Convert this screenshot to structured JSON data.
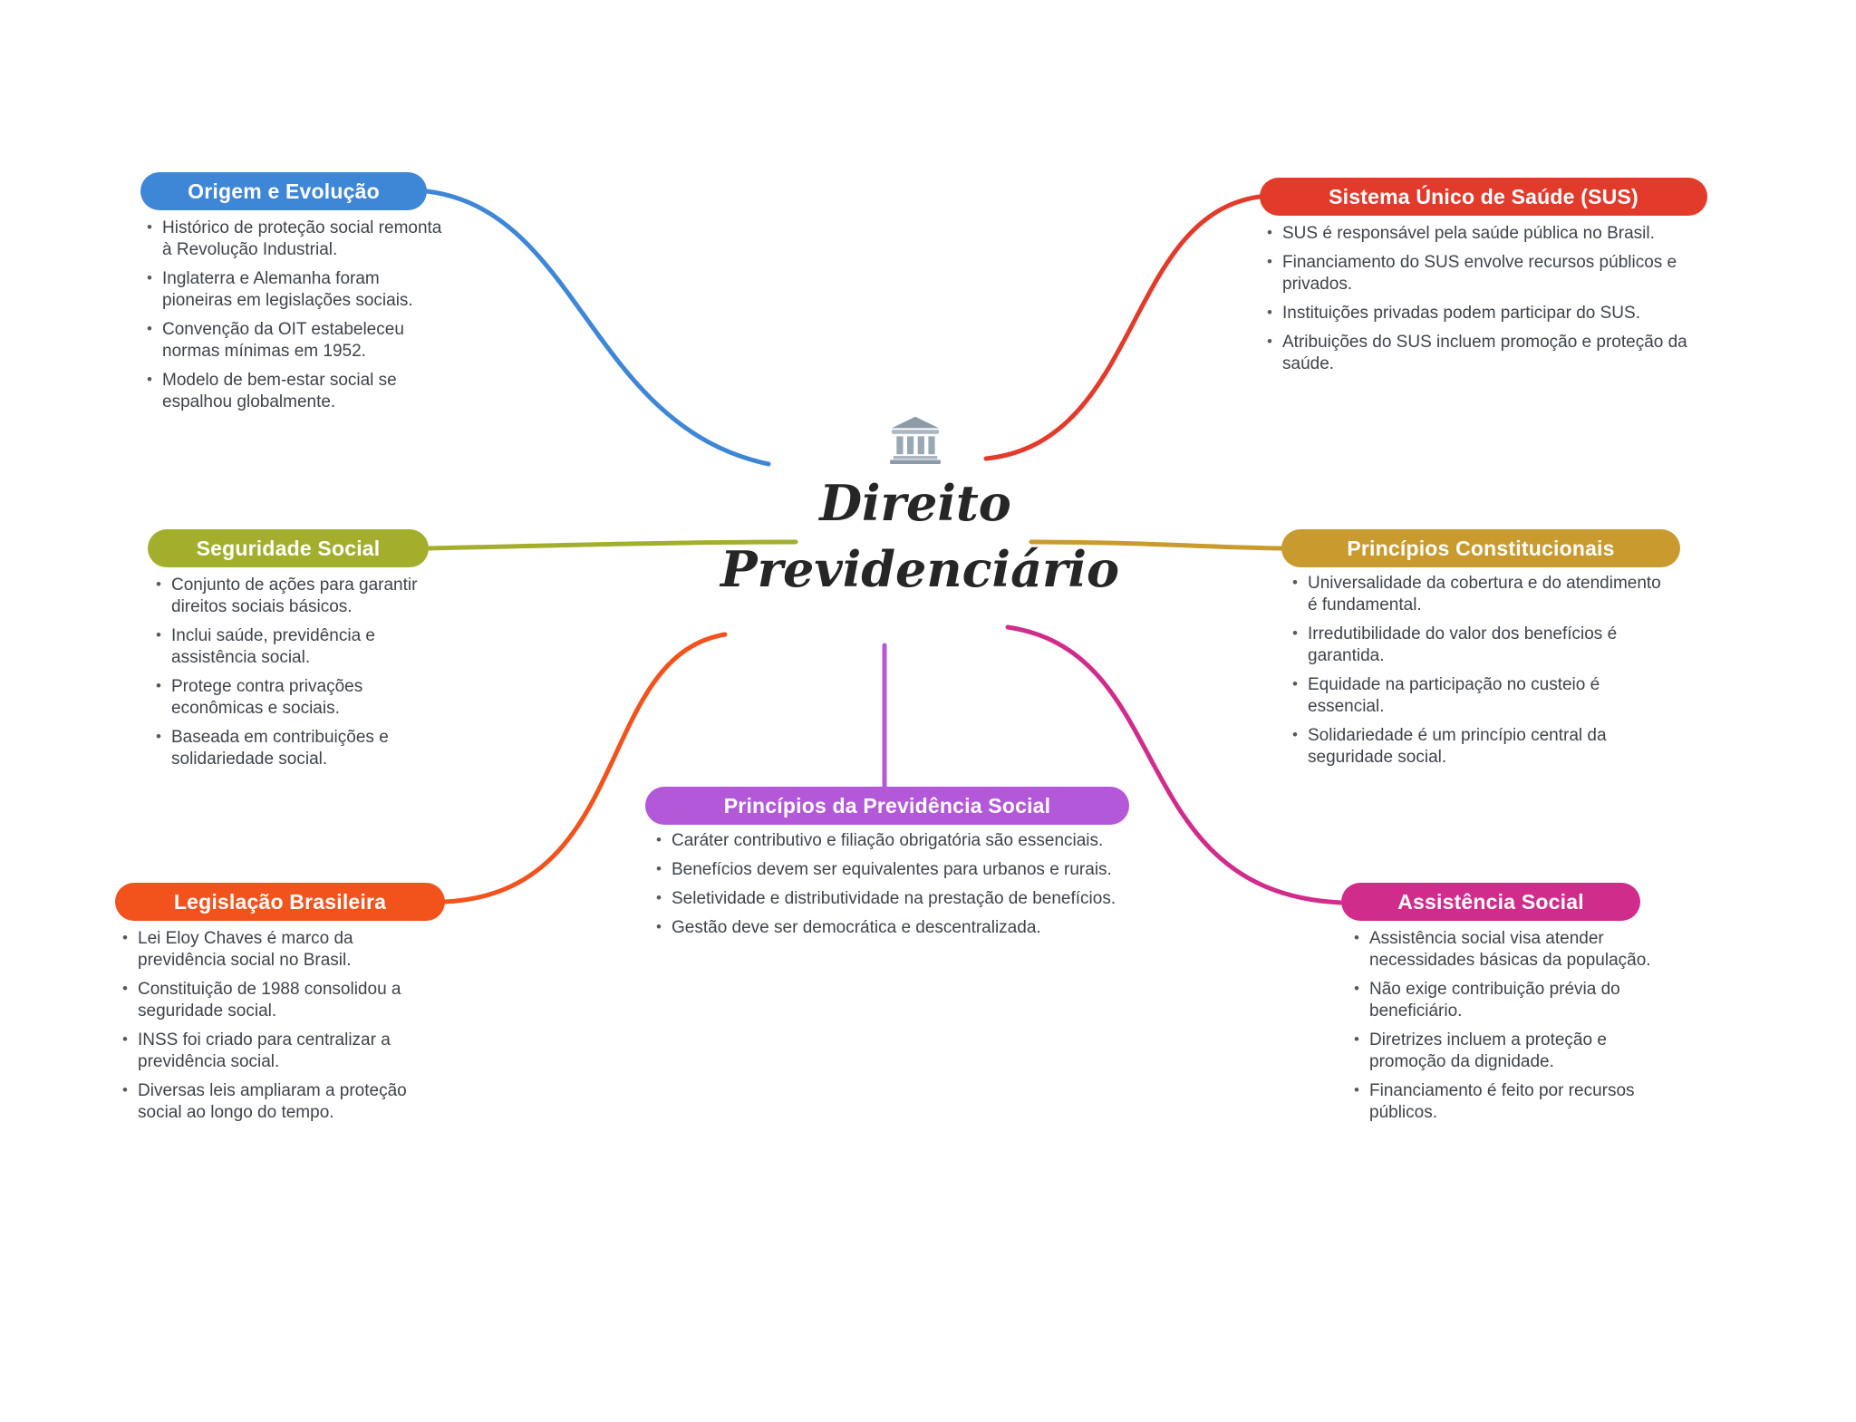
{
  "center": {
    "icon": "classical-building-icon",
    "title_line1": "Direito",
    "title_line2": "Previdenciário"
  },
  "branches": [
    {
      "label": "Origem e Evolução",
      "color": "#3e86d6",
      "items": [
        "Histórico de proteção social remonta à Revolução Industrial.",
        "Inglaterra e Alemanha foram pioneiras em legislações sociais.",
        "Convenção da OIT estabeleceu normas mínimas em 1952.",
        "Modelo de bem-estar social se espalhou globalmente."
      ]
    },
    {
      "label": "Sistema Único de Saúde (SUS)",
      "color": "#e23b2b",
      "items": [
        "SUS é responsável pela saúde pública no Brasil.",
        "Financiamento do SUS envolve recursos públicos e privados.",
        "Instituições privadas podem participar do SUS.",
        "Atribuições do SUS incluem promoção e proteção da saúde."
      ]
    },
    {
      "label": "Seguridade Social",
      "color": "#a3af2c",
      "items": [
        "Conjunto de ações para garantir direitos sociais básicos.",
        "Inclui saúde, previdência e assistência social.",
        "Protege contra privações econômicas e sociais.",
        "Baseada em contribuições e solidariedade social."
      ]
    },
    {
      "label": "Princípios Constitucionais",
      "color": "#c99b2f",
      "items": [
        "Universalidade da cobertura e do atendimento é fundamental.",
        "Irredutibilidade do valor dos benefícios é garantida.",
        "Equidade na participação no custeio é essencial.",
        "Solidariedade é um princípio central da seguridade social."
      ]
    },
    {
      "label": "Legislação Brasileira",
      "color": "#f2521b",
      "items": [
        "Lei Eloy Chaves é marco da previdência social no Brasil.",
        "Constituição de 1988 consolidou a seguridade social.",
        "INSS foi criado para centralizar a previdência social.",
        "Diversas leis ampliaram a proteção social ao longo do tempo."
      ]
    },
    {
      "label": "Princípios da Previdência Social",
      "color": "#b358d8",
      "items": [
        "Caráter contributivo e filiação obrigatória são essenciais.",
        "Benefícios devem ser equivalentes para urbanos e rurais.",
        "Seletividade e distributividade na prestação de benefícios.",
        "Gestão deve ser democrática e descentralizada."
      ]
    },
    {
      "label": "Assistência Social",
      "color": "#d02c8b",
      "items": [
        "Assistência social visa atender necessidades básicas da população.",
        "Não exige contribuição prévia do beneficiário.",
        "Diretrizes incluem a proteção e promoção da dignidade.",
        "Financiamento é feito por recursos públicos."
      ]
    }
  ]
}
